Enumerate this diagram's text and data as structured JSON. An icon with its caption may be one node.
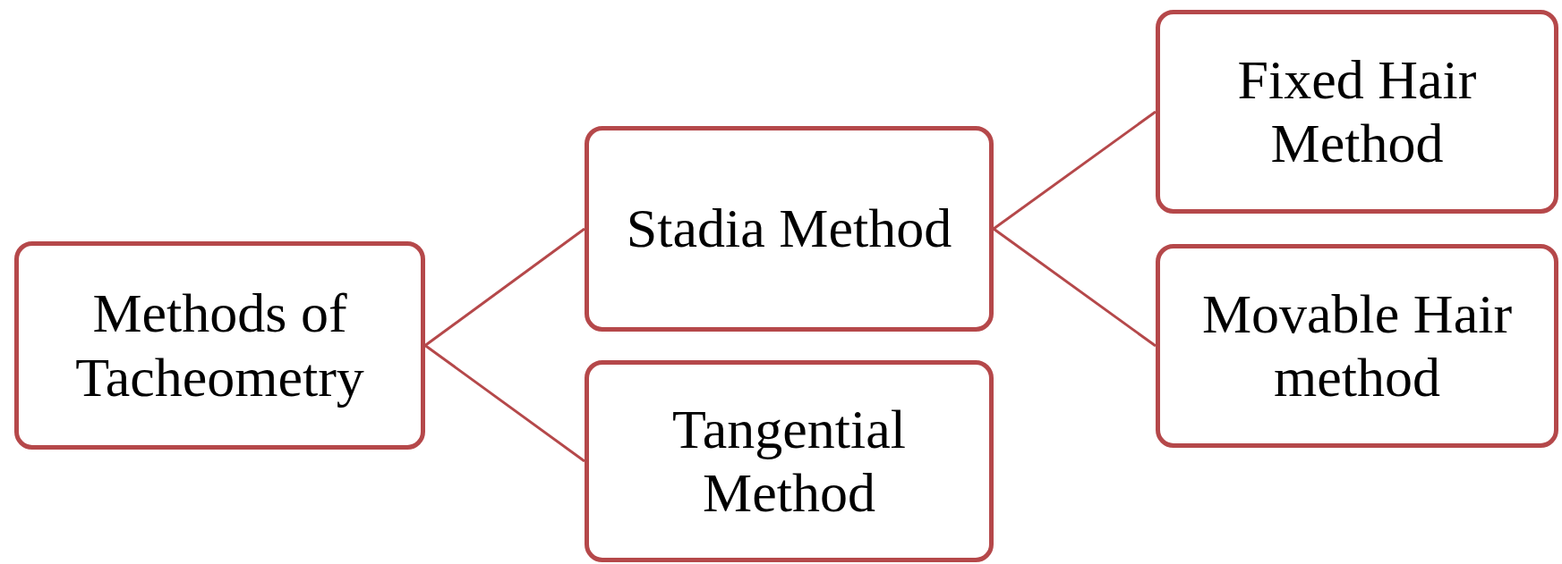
{
  "diagram": {
    "nodes": [
      {
        "text": [
          "Methods of Tacheometry"
        ]
      },
      {
        "text": [
          "Stadia Method"
        ]
      },
      {
        "text": [
          "Tangential Method"
        ]
      },
      {
        "text": [
          "Fixed Hair Method"
        ]
      },
      {
        "text": [
          "Movable Hair method"
        ]
      }
    ],
    "edges": [
      {
        "from": 0,
        "to": 1,
        "arrow": "none"
      },
      {
        "from": 0,
        "to": 2,
        "arrow": "none"
      },
      {
        "from": 1,
        "to": 3,
        "arrow": "none"
      },
      {
        "from": 1,
        "to": 4,
        "arrow": "none"
      }
    ]
  }
}
